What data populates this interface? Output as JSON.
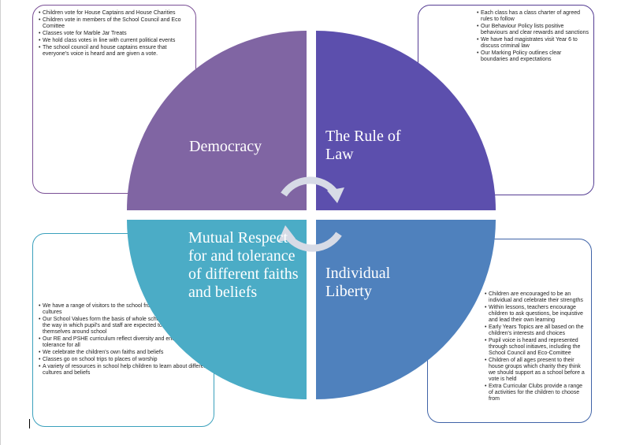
{
  "diagram": {
    "colors": {
      "democracy": "#8065a3",
      "rule_of_law": "#5c4fad",
      "mutual_respect": "#4bacc6",
      "individual_liberty": "#4f81bd",
      "arrow": "#d7dbe6"
    },
    "quadrants": [
      {
        "key": "democracy",
        "label": "Democracy",
        "box_points": [
          "Children vote for House Captains and House Charities",
          "Children vote in members of the School Council and Eco Comittee",
          "Classes vote for Marble Jar Treats",
          "We hold class votes in line with current political events",
          "The school council and house captains ensure that everyone's voice is heard and are given a vote."
        ]
      },
      {
        "key": "rule_of_law",
        "label": "The Rule of Law",
        "box_points": [
          "Each class has a class charter of agreed rules to follow",
          "Our Behaviour Policy lists positive behaviours and clear rewards and sanctions",
          "We have had magistrates visit Year 6 to discuss  criminal law",
          "Our Marking Policy outlines clear boundaries and expectations"
        ]
      },
      {
        "key": "mutual_respect",
        "label": "Mutual Respect for and tolerance of different faiths and beliefs",
        "box_points": [
          "We have a range of visitors to the school from different faiths and cultures",
          "Our School Values form the basis of whole school assemblies and the way in which pupil's and staff are expected to conduct themselves around school",
          "Our RE and PSHE curriculum reflect diversity and encourage tolerance for all",
          "We celebrate the children's own faiths and beliefs",
          "Classes go on school trips to places of worship",
          "A variety of resources in school help children to learn about different cultures and beliefs"
        ]
      },
      {
        "key": "individual_liberty",
        "label": "Individual Liberty",
        "box_points": [
          "Children are encouraged to be an individual and celebrate their strengths",
          "Within lessons, teachers encourage children to ask questions, be inquistive and lead their own learning",
          "Early Years Topics are all based on the children's interests and choices",
          "Pupil voice is heard and represented through school initiaves, including the School Council and Eco-Comittee",
          "Children of all ages present to their house groups which charity they think we should support as a school before a vote is held",
          "Extra Curricular Clubs provide a range of activities for the children to choose from"
        ]
      }
    ]
  }
}
